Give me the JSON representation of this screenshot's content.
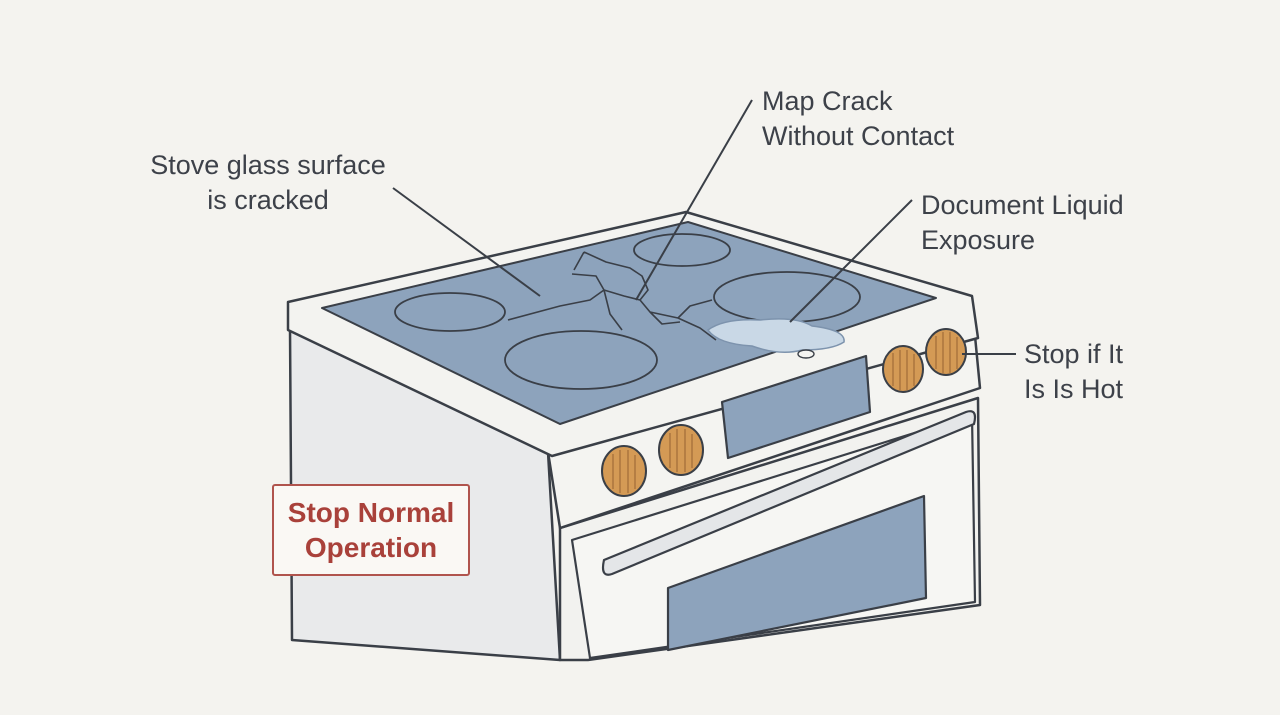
{
  "labels": {
    "crack_surface": {
      "line1": "Stove glass surface",
      "line2": "is cracked"
    },
    "map_crack": {
      "line1": "Map Crack",
      "line2": "Without Contact"
    },
    "liquid": {
      "line1": "Document Liquid",
      "line2": "Exposure"
    },
    "hot": {
      "line1": "Stop if It",
      "line2": "Is Is Hot"
    }
  },
  "warning": {
    "line1": "Stop Normal",
    "line2": "Operation"
  },
  "colors": {
    "background": "#f4f3ef",
    "glass": "#8da3bc",
    "stove_body": "#f2f2ef",
    "knob": "#d49a55",
    "outline": "#3a3f47",
    "warning": "#a9413a"
  }
}
